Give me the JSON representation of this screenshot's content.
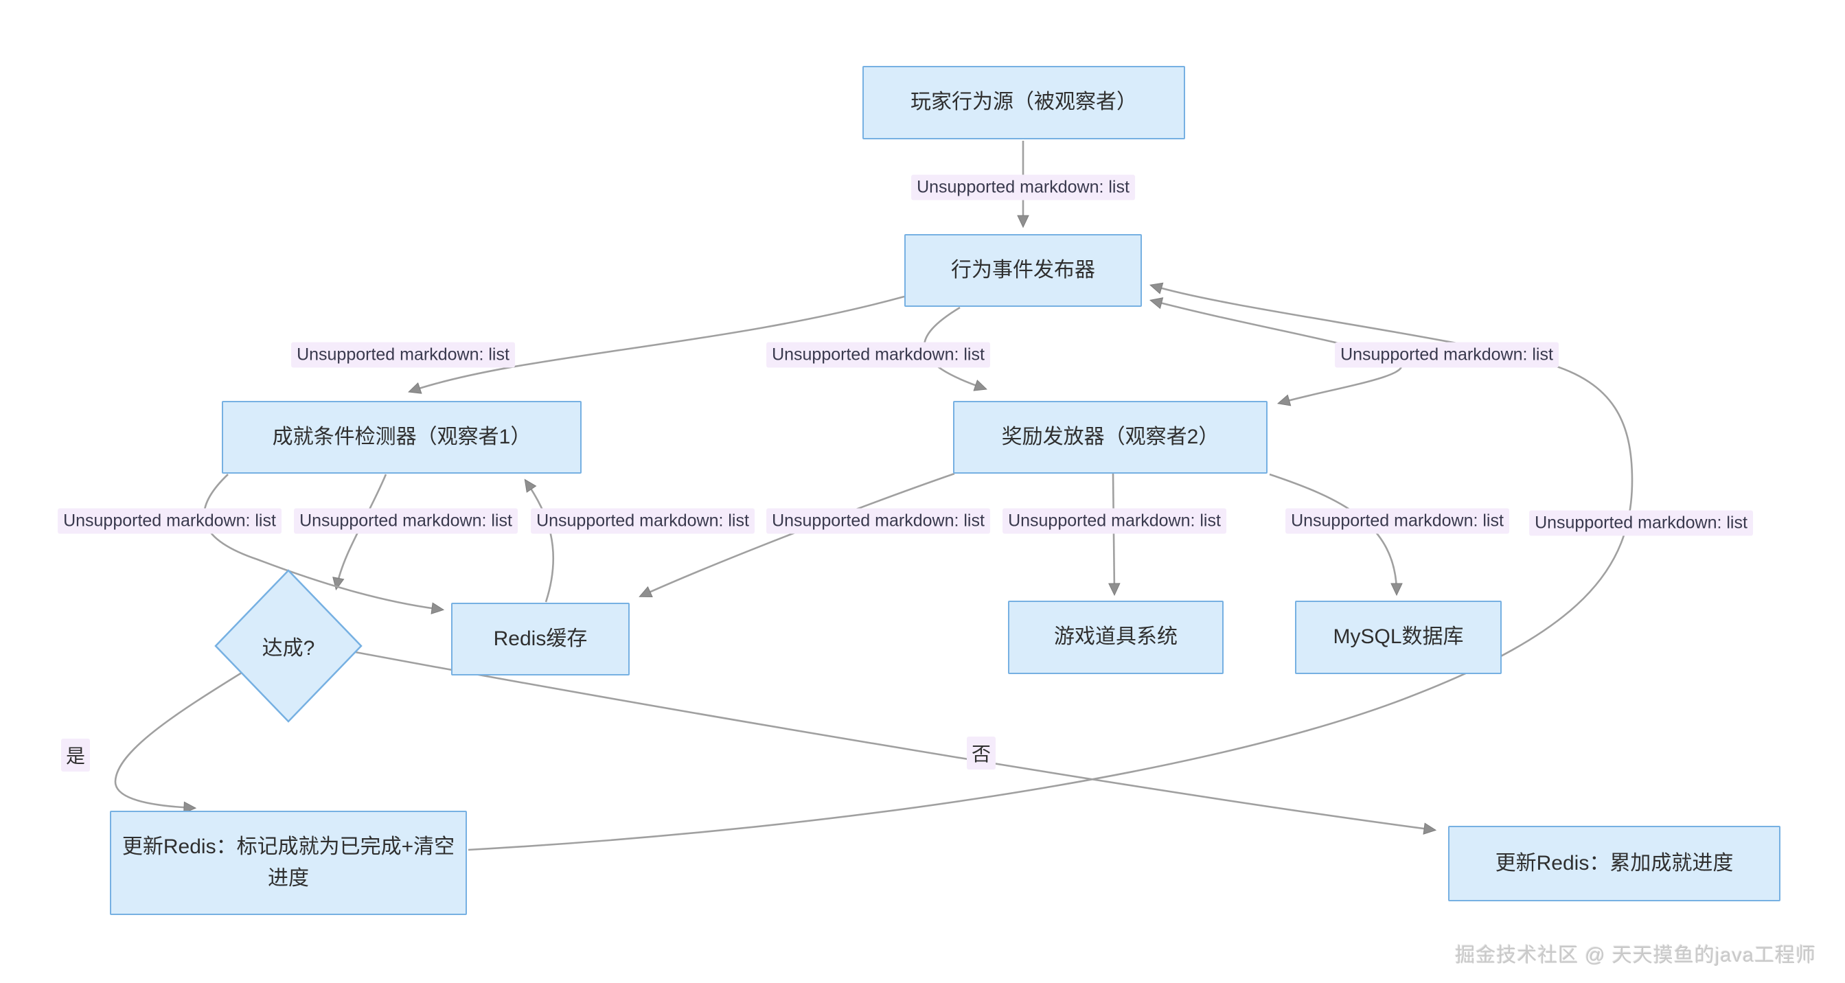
{
  "diagram": {
    "type": "flowchart",
    "nodes": {
      "player_source": {
        "label": "玩家行为源（被观察者）",
        "shape": "rect"
      },
      "event_publisher": {
        "label": "行为事件发布器",
        "shape": "rect"
      },
      "achievement_detector": {
        "label": "成就条件检测器（观察者1）",
        "shape": "rect"
      },
      "reward_dispatcher": {
        "label": "奖励发放器（观察者2）",
        "shape": "rect"
      },
      "achieved_decision": {
        "label": "达成?",
        "shape": "diamond"
      },
      "redis_cache": {
        "label": "Redis缓存",
        "shape": "rect"
      },
      "game_item_system": {
        "label": "游戏道具系统",
        "shape": "rect"
      },
      "mysql_database": {
        "label": "MySQL数据库",
        "shape": "rect"
      },
      "update_redis_complete": {
        "label": "更新Redis：标记成就为已完成+清空进度",
        "shape": "rect"
      },
      "update_redis_accumulate": {
        "label": "更新Redis：累加成就进度",
        "shape": "rect"
      }
    },
    "edge_label_text": "Unsupported markdown: list",
    "edge_label_count": 11,
    "branch_labels": {
      "yes": "是",
      "no": "否"
    },
    "colors": {
      "node_fill": "#d9ecfb",
      "node_border": "#76b0e2",
      "edge_line": "#a0a0a0",
      "arrowhead": "#8f8f8f",
      "edge_label_bg": "#f5ecfb",
      "edge_label_text": "#39394d",
      "node_text": "#2f2f2f",
      "watermark_text": "#c9c9c9"
    },
    "watermark": "掘金技术社区 @ 天天摸鱼的java工程师"
  }
}
